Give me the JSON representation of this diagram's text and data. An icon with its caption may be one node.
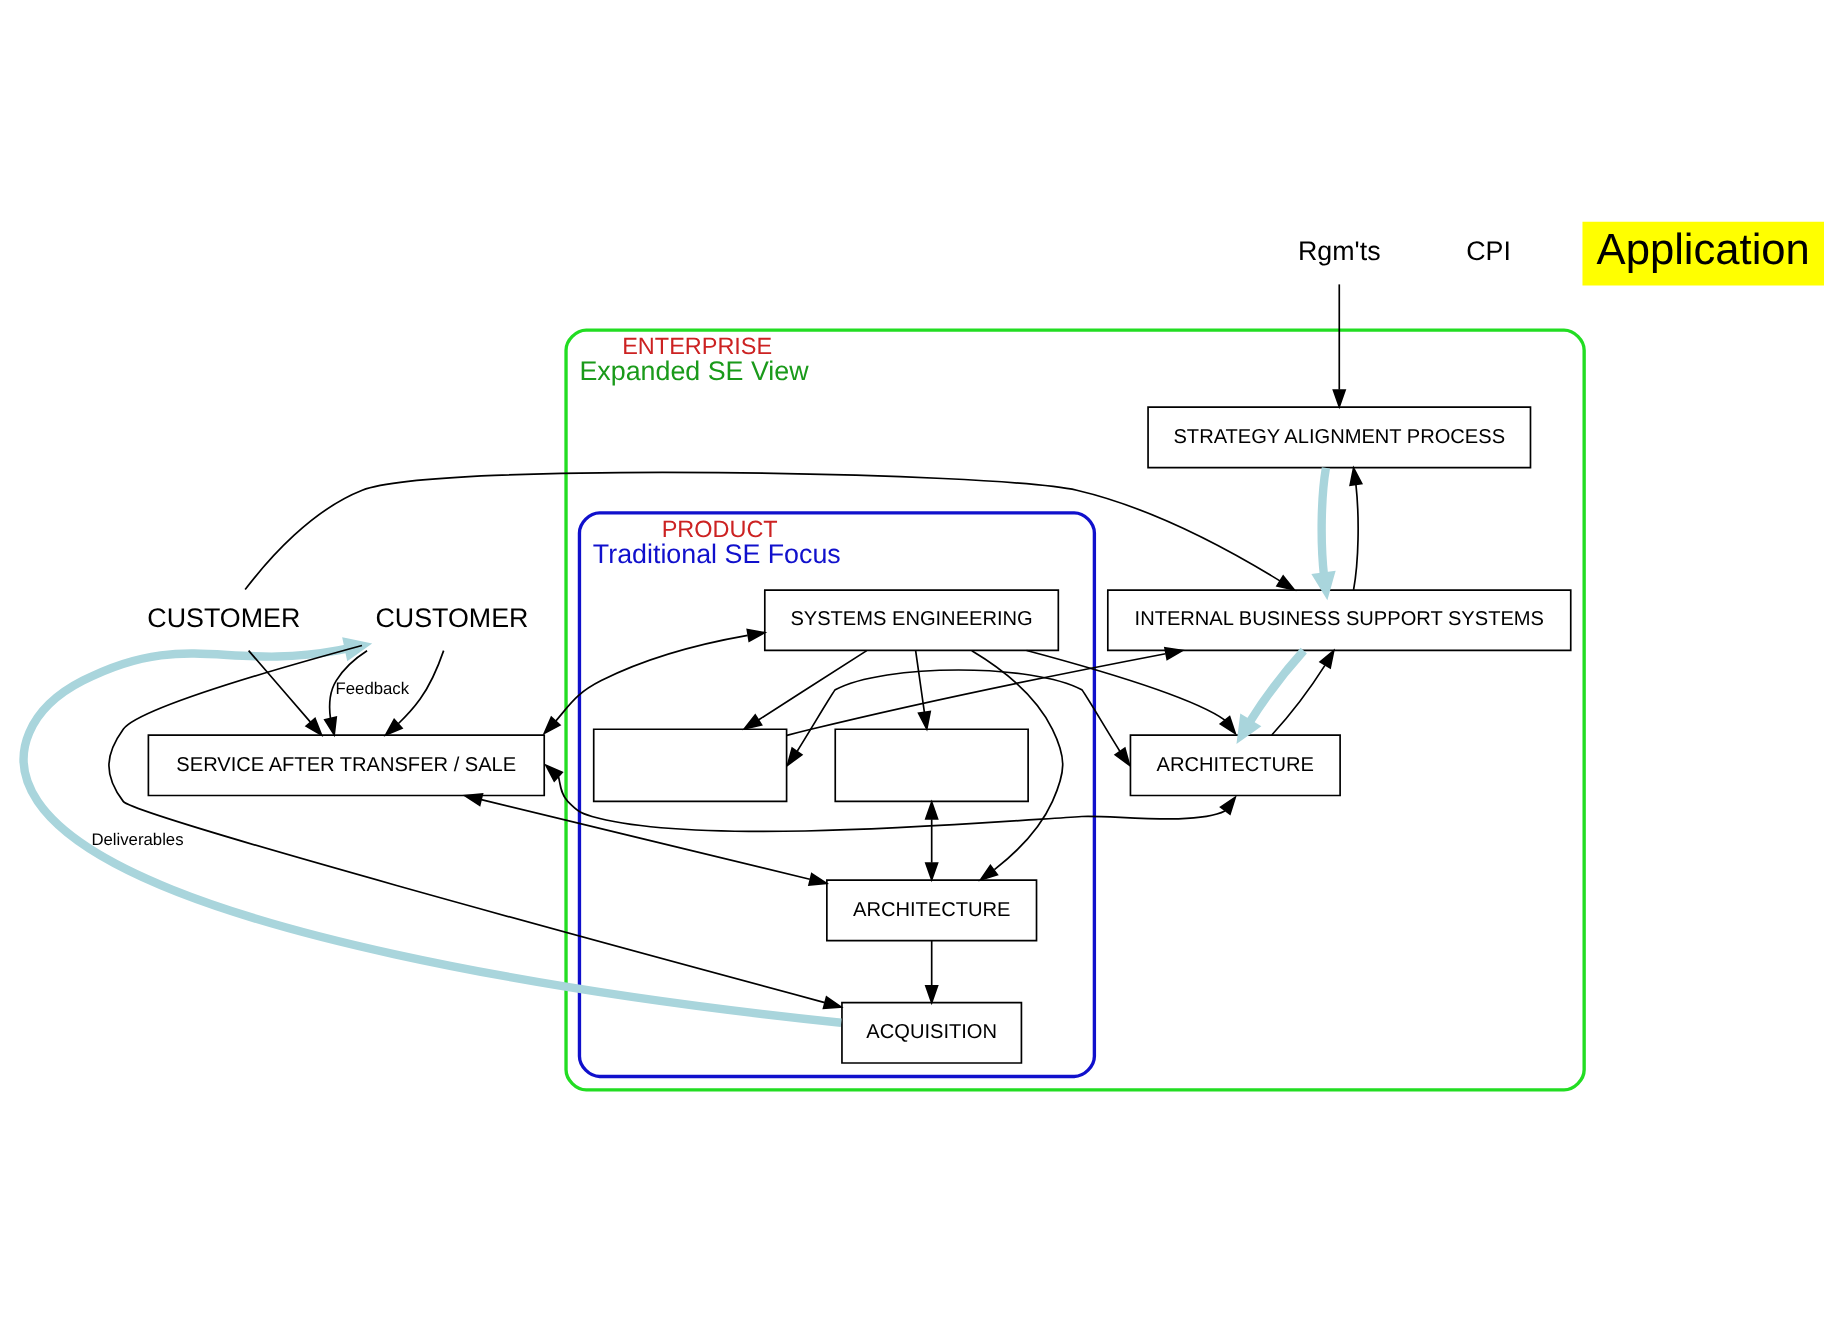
{
  "diagram": {
    "nodes": [
      {
        "text": [
          "ENTERPRISE",
          "Expanded SE View"
        ]
      },
      {
        "text": [
          "PRODUCT",
          "Traditional SE Focus"
        ],
        "in": 0
      },
      {
        "text": [
          "STRATEGY ALIGNMENT PROCESS"
        ],
        "in": 0
      },
      {
        "text": [
          "INTERNAL BUSINESS SUPPORT SYSTEMS"
        ],
        "in": 0
      },
      {
        "text": [
          "ARCHITECTURE"
        ],
        "in": 0
      },
      {
        "text": [],
        "shape": "box",
        "in": 1
      },
      {
        "text": [],
        "shape": "box",
        "in": 1
      },
      {
        "text": [
          "ACQUISITION"
        ],
        "in": 1
      },
      {
        "text": [
          "ARCHITECTURE"
        ],
        "in": 1
      },
      {
        "text": [
          "SYSTEMS ENGINEERING"
        ],
        "in": 1
      },
      {
        "text": [
          "SERVICE AFTER TRANSFER / SALE"
        ]
      },
      {
        "text": [
          "CUSTOMER"
        ]
      },
      {
        "text": [
          "CUSTOMER"
        ]
      },
      {
        "text": [
          "Rgm'ts"
        ]
      }
    ],
    "edges": [
      {
        "from": 13,
        "to": 2,
        "arrow": "to"
      },
      {
        "from": 2,
        "to": 3,
        "arrow": "to",
        "style": "thick",
        "color": "#a9d5dc"
      },
      {
        "from": 3,
        "to": 2,
        "arrow": "to"
      },
      {
        "from": 3,
        "to": 4,
        "arrow": "to",
        "style": "thick",
        "color": "#a9d5dc"
      },
      {
        "from": 4,
        "to": 3,
        "arrow": "to"
      },
      {
        "from": 11,
        "to": 3,
        "arrow": "to"
      },
      {
        "from": 11,
        "to": 10,
        "arrow": "to"
      },
      {
        "from": 5,
        "to": 3,
        "arrow": "to"
      },
      {
        "from": 4,
        "to": 5,
        "arrow": "both"
      },
      {
        "from": 9,
        "to": 5,
        "arrow": "to"
      },
      {
        "from": 9,
        "to": 6,
        "arrow": "to"
      },
      {
        "from": 6,
        "to": 8,
        "arrow": "both"
      },
      {
        "from": 8,
        "to": 7,
        "arrow": "to"
      },
      {
        "from": 9,
        "to": 4,
        "arrow": "to"
      },
      {
        "from": 9,
        "to": 8,
        "arrow": "to"
      },
      {
        "from": 9,
        "to": 10,
        "arrow": "both"
      },
      {
        "from": 10,
        "to": 4,
        "arrow": "both"
      },
      {
        "from": 10,
        "to": 8,
        "arrow": "both"
      },
      {
        "from": 7,
        "to": 12,
        "arrow": "to",
        "label": "Deliverables",
        "style": "thick",
        "color": "#a9d5dc"
      },
      {
        "from": 12,
        "to": 7,
        "arrow": "to"
      },
      {
        "from": 12,
        "to": 10,
        "arrow": "to"
      },
      {
        "from": 12,
        "to": 10,
        "arrow": "to",
        "label": "Feedback"
      }
    ],
    "labels": [
      "CPI",
      "Application"
    ]
  }
}
